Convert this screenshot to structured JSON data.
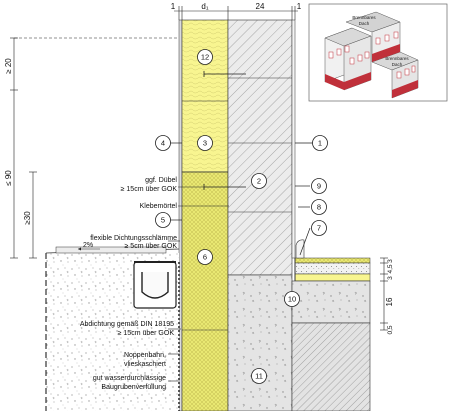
{
  "top_dimensions": {
    "left": "1",
    "insulation": "d₁",
    "wall": "24",
    "right": "1"
  },
  "vertical_dimensions": {
    "upper": "≥ 20",
    "span": "≤ 90",
    "lower": "≥30"
  },
  "right_dimensions": {
    "a": "3",
    "b": "4,5",
    "c": "3",
    "d": "16",
    "e": "0,5"
  },
  "callouts": [
    "1",
    "2",
    "3",
    "4",
    "5",
    "6",
    "7",
    "8",
    "9",
    "10",
    "11",
    "12"
  ],
  "labels": {
    "duebel_1": "ggf. Dübel",
    "duebel_2": "≥ 15cm über GOK",
    "klebe": "Klebemörtel",
    "schlaemme_1": "flexible Dichtungsschlämme",
    "schlaemme_2": "≥ 5cm über GOK",
    "gefaelle": "2%",
    "abdichtung_1": "Abdichtung gemäß DIN 18195",
    "abdichtung_2": "≥ 15cm über GOK",
    "noppen_1": "Noppenbahn,",
    "noppen_2": "vlieskaschiert",
    "verfuell_1": "gut wasserdurchlässige",
    "verfuell_2": "Baugrubenverfüllung"
  },
  "inset": {
    "label_1a": "Brennbares",
    "label_1b": "Dach",
    "label_2a": "Brennbares",
    "label_2b": "Dach"
  },
  "colors": {
    "insulation": "#f8f590",
    "insulation_lower": "#e9e872",
    "wall": "#e9e9e9",
    "accent": "#c0303a"
  }
}
